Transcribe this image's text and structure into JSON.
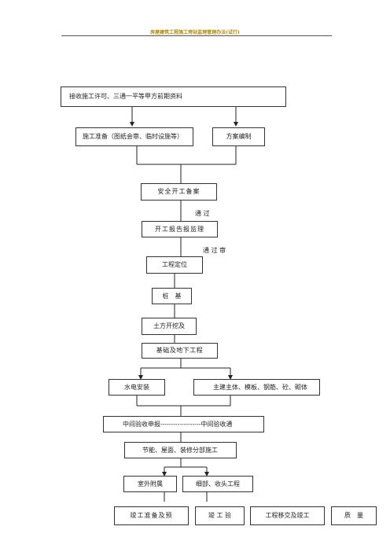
{
  "header": {
    "title": "房屋建筑工程施工旁站监理管理办法(试行)"
  },
  "nodes": {
    "n1": "接收施工许可、三通一平等甲方前期资料",
    "n2": "施工准备（图纸会审、临时设施等）",
    "n3": "方案编制",
    "n4": "安全开工备案",
    "label1": "通 过",
    "n5": "开工报告报监理",
    "label2": "通 过 审",
    "n6": "工程定位",
    "n7": "桩　基",
    "n8": "土方开挖及",
    "n9": "基础及地下工程",
    "n10": "水电安装",
    "n11": "主建主体、模板、钢筋、砼、砌体",
    "n12": "中间验收申报-------------------中间验收通",
    "n13": "节能、屋面、装修分部施工",
    "n14": "室外附属",
    "n15": "细部、收头工程",
    "n16": "竣工准备及预",
    "n17": "竣 工 验",
    "n18": "工程移交及竣工",
    "n19": "质　量"
  }
}
